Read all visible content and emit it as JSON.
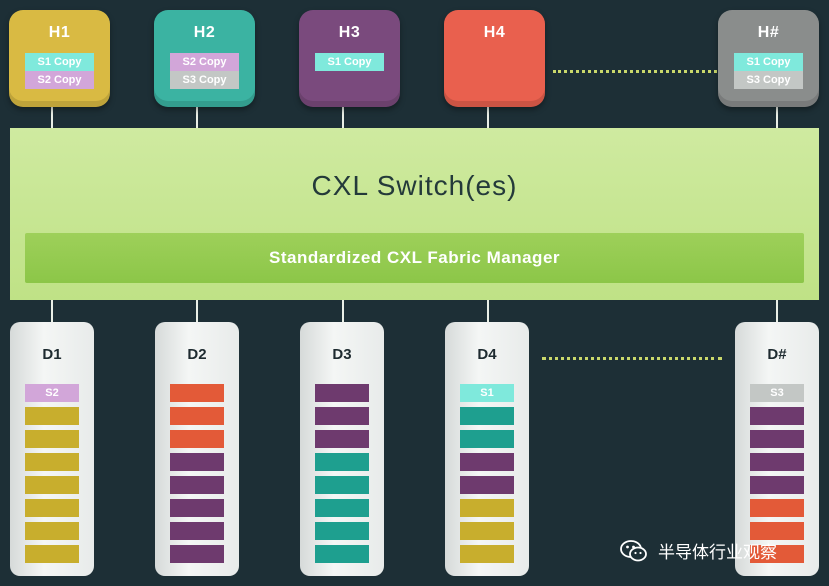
{
  "colors": {
    "background": "#1d2f36",
    "switch": "#c6e690",
    "fabric": "#95cb51",
    "h1": "#d9ba43",
    "h2": "#3bb3a2",
    "h3": "#7a4a7d",
    "h4": "#e9604e",
    "hn": "#8a8d8c",
    "s1": "#7fe9dc",
    "s2": "#d2a6d9",
    "s3": "#c3c7c5",
    "gold": "#c8ae2d",
    "orange": "#e35a38",
    "purple": "#6e3a6e",
    "teal": "#1e9f8f"
  },
  "hosts": [
    {
      "name": "H1",
      "color": "h1",
      "copies": [
        {
          "label": "S1 Copy",
          "color": "s1"
        },
        {
          "label": "S2 Copy",
          "color": "s2"
        }
      ]
    },
    {
      "name": "H2",
      "color": "h2",
      "copies": [
        {
          "label": "S2 Copy",
          "color": "s2"
        },
        {
          "label": "S3 Copy",
          "color": "s3"
        }
      ]
    },
    {
      "name": "H3",
      "color": "h3",
      "copies": [
        {
          "label": "S1 Copy",
          "color": "s1"
        }
      ]
    },
    {
      "name": "H4",
      "color": "h4",
      "copies": []
    },
    {
      "name": "H#",
      "color": "hn",
      "copies": [
        {
          "label": "S1 Copy",
          "color": "s1"
        },
        {
          "label": "S3 Copy",
          "color": "s3"
        }
      ]
    }
  ],
  "switch": {
    "title": "CXL Switch(es)",
    "fabric_manager": "Standardized CXL Fabric Manager"
  },
  "devices": [
    {
      "name": "D1",
      "bars": [
        {
          "label": "S2",
          "color": "s2"
        },
        {
          "label": "",
          "color": "gold"
        },
        {
          "label": "",
          "color": "gold"
        },
        {
          "label": "",
          "color": "gold"
        },
        {
          "label": "",
          "color": "gold"
        },
        {
          "label": "",
          "color": "gold"
        },
        {
          "label": "",
          "color": "gold"
        },
        {
          "label": "",
          "color": "gold"
        }
      ]
    },
    {
      "name": "D2",
      "bars": [
        {
          "label": "",
          "color": "orange"
        },
        {
          "label": "",
          "color": "orange"
        },
        {
          "label": "",
          "color": "orange"
        },
        {
          "label": "",
          "color": "purple"
        },
        {
          "label": "",
          "color": "purple"
        },
        {
          "label": "",
          "color": "purple"
        },
        {
          "label": "",
          "color": "purple"
        },
        {
          "label": "",
          "color": "purple"
        }
      ]
    },
    {
      "name": "D3",
      "bars": [
        {
          "label": "",
          "color": "purple"
        },
        {
          "label": "",
          "color": "purple"
        },
        {
          "label": "",
          "color": "purple"
        },
        {
          "label": "",
          "color": "teal"
        },
        {
          "label": "",
          "color": "teal"
        },
        {
          "label": "",
          "color": "teal"
        },
        {
          "label": "",
          "color": "teal"
        },
        {
          "label": "",
          "color": "teal"
        }
      ]
    },
    {
      "name": "D4",
      "bars": [
        {
          "label": "S1",
          "color": "s1"
        },
        {
          "label": "",
          "color": "teal"
        },
        {
          "label": "",
          "color": "teal"
        },
        {
          "label": "",
          "color": "purple"
        },
        {
          "label": "",
          "color": "purple"
        },
        {
          "label": "",
          "color": "gold"
        },
        {
          "label": "",
          "color": "gold"
        },
        {
          "label": "",
          "color": "gold"
        }
      ]
    },
    {
      "name": "D#",
      "bars": [
        {
          "label": "S3",
          "color": "s3"
        },
        {
          "label": "",
          "color": "purple"
        },
        {
          "label": "",
          "color": "purple"
        },
        {
          "label": "",
          "color": "purple"
        },
        {
          "label": "",
          "color": "purple"
        },
        {
          "label": "",
          "color": "orange"
        },
        {
          "label": "",
          "color": "orange"
        },
        {
          "label": "",
          "color": "orange"
        }
      ]
    }
  ],
  "watermark": {
    "text": "半导体行业观察",
    "icon": "wechat-icon"
  }
}
